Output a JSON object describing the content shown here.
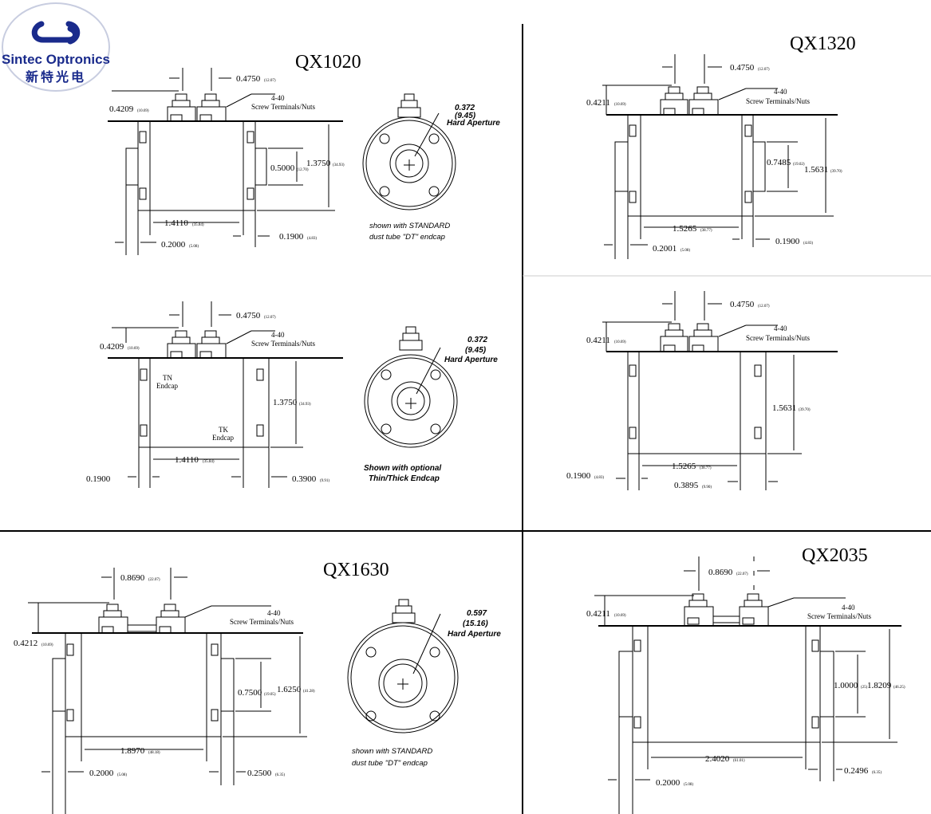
{
  "logo": {
    "company_en": "Sintec Optronics",
    "company_zh": "新特光电",
    "brand_color": "#1a2b8c"
  },
  "models": {
    "qx1020": {
      "title": "QX1020",
      "std": {
        "term_pitch": "0.4750",
        "term_pitch_mm": "(12.07)",
        "term_height": "0.4209",
        "term_height_mm": "(10.69)",
        "terminal_note_1": "4-40",
        "terminal_note_2": "Screw Terminals/Nuts",
        "flange_height": "0.5000",
        "flange_height_mm": "(12.70)",
        "body_height": "1.3750",
        "body_height_mm": "(34.93)",
        "body_length": "1.4110",
        "body_length_mm": "(35.84)",
        "left_cap": "0.2000",
        "left_cap_mm": "(5.08)",
        "right_cap": "0.1900",
        "right_cap_mm": "(4.83)",
        "aperture_1": "0.372",
        "aperture_2": "(9.45)",
        "aperture_3": "Hard Aperture",
        "caption_1": "shown with STANDARD",
        "caption_2": "dust tube \"DT\" endcap"
      },
      "opt": {
        "term_pitch": "0.4750",
        "term_pitch_mm": "(12.07)",
        "term_height": "0.4209",
        "term_height_mm": "(10.69)",
        "terminal_note_1": "4-40",
        "terminal_note_2": "Screw Terminals/Nuts",
        "tn_1": "TN",
        "tn_2": "Endcap",
        "tk_1": "TK",
        "tk_2": "Endcap",
        "body_height": "1.3750",
        "body_height_mm": "(34.93)",
        "body_length": "1.4110",
        "body_length_mm": "(35.84)",
        "left_cap": "0.1900",
        "right_cap": "0.3900",
        "right_cap_mm": "(9.91)",
        "aperture_1": "0.372",
        "aperture_2": "(9.45)",
        "aperture_3": "Hard Aperture",
        "caption_1": "Shown with optional",
        "caption_2": "Thin/Thick Endcap"
      }
    },
    "qx1320": {
      "title": "QX1320",
      "std": {
        "term_pitch": "0.4750",
        "term_pitch_mm": "(12.07)",
        "term_height": "0.4211",
        "term_height_mm": "(10.69)",
        "terminal_note_1": "4-40",
        "terminal_note_2": "Screw Terminals/Nuts",
        "flange_height": "0.7485",
        "flange_height_mm": "(19.02)",
        "body_height": "1.5631",
        "body_height_mm": "(39.70)",
        "body_length": "1.5265",
        "body_length_mm": "(38.77)",
        "left_cap": "0.2001",
        "left_cap_mm": "(5.08)",
        "right_cap": "0.1900",
        "right_cap_mm": "(4.83)"
      },
      "opt": {
        "term_pitch": "0.4750",
        "term_pitch_mm": "(12.07)",
        "term_height": "0.4211",
        "term_height_mm": "(10.69)",
        "terminal_note_1": "4-40",
        "terminal_note_2": "Screw Terminals/Nuts",
        "body_height": "1.5631",
        "body_height_mm": "(39.70)",
        "body_length": "1.5265",
        "body_length_mm": "(38.77)",
        "left_cap": "0.1900",
        "left_cap_mm": "(4.83)",
        "right_cap": "0.3895",
        "right_cap_mm": "(9.90)"
      }
    },
    "qx1630": {
      "title": "QX1630",
      "term_pitch": "0.8690",
      "term_pitch_mm": "(22.07)",
      "term_height": "0.4212",
      "term_height_mm": "(10.69)",
      "terminal_note_1": "4-40",
      "terminal_note_2": "Screw Terminals/Nuts",
      "flange_height": "0.7500",
      "flange_height_mm": "(19.05)",
      "body_height": "1.6250",
      "body_height_mm": "(41.28)",
      "body_length": "1.8970",
      "body_length_mm": "(48.18)",
      "left_cap": "0.2000",
      "left_cap_mm": "(5.08)",
      "right_cap": "0.2500",
      "right_cap_mm": "(6.35)",
      "aperture_1": "0.597",
      "aperture_2": "(15.16)",
      "aperture_3": "Hard Aperture",
      "caption_1": "shown with STANDARD",
      "caption_2": "dust tube \"DT\" endcap"
    },
    "qx2035": {
      "title": "QX2035",
      "term_pitch": "0.8690",
      "term_pitch_mm": "(22.07)",
      "term_height": "0.4211",
      "term_height_mm": "(10.69)",
      "terminal_note_1": "4-40",
      "terminal_note_2": "Screw Terminals/Nuts",
      "flange_height": "1.0000",
      "flange_height_mm": "(25)",
      "body_height": "1.8209",
      "body_height_mm": "(46.25)",
      "body_length": "2.4020",
      "body_length_mm": "(61.01)",
      "left_cap": "0.2000",
      "left_cap_mm": "(5.08)",
      "right_cap": "0.2496",
      "right_cap_mm": "(6.35)"
    }
  }
}
